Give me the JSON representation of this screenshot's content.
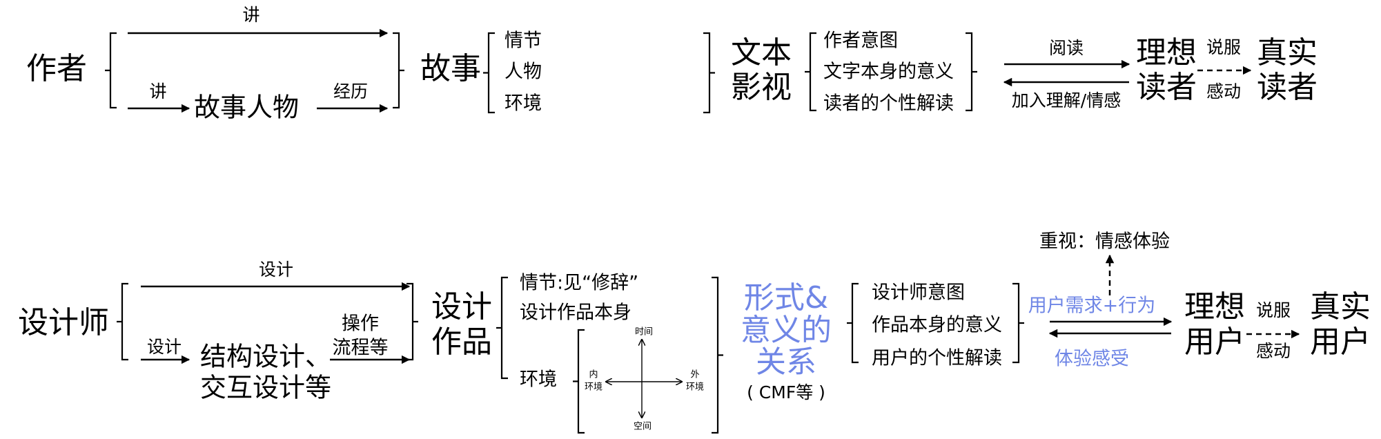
{
  "story_model": {
    "author": "作者",
    "tell_top": "讲",
    "tell_bottom": "讲",
    "characters": "故事人物",
    "experience": "经历",
    "story": "故事",
    "story_elements": [
      "情节",
      "人物",
      "环境"
    ],
    "text_line1": "文本",
    "text_line2": "影视",
    "meanings": [
      "作者意图",
      "文字本身的意义",
      "读者的个性解读"
    ],
    "read": "阅读",
    "add_understanding": "加入理解/情感",
    "ideal_reader_line1": "理想",
    "ideal_reader_line2": "读者",
    "persuade": "说服",
    "move": "感动",
    "real_reader_line1": "真实",
    "real_reader_line2": "读者"
  },
  "design_model": {
    "designer": "设计师",
    "design_top": "设计",
    "design_bottom": "设计",
    "structure_line1": "结构设计、",
    "structure_line2": "交互设计等",
    "operation_line1": "操作",
    "operation_line2": "流程等",
    "work_line1": "设计",
    "work_line2": "作品",
    "work_elements": [
      "情节:见“修辞”",
      "设计作品本身",
      "环境"
    ],
    "environment_axes": {
      "top": "时间",
      "bottom": "空间",
      "left_line1": "内",
      "left_line2": "环境",
      "right_line1": "外",
      "right_line2": "环境"
    },
    "relation_lines": [
      "形式&",
      "意义的",
      "关系"
    ],
    "relation_note": "( CMF等 )",
    "meanings": [
      "设计师意图",
      "作品本身的意义",
      "用户的个性解读"
    ],
    "emphasis": "重视：情感体验",
    "user_needs": "用户需求+行为",
    "experience_feel": "体验感受",
    "ideal_user_line1": "理想",
    "ideal_user_line2": "用户",
    "persuade": "说服",
    "move": "感动",
    "real_user_line1": "真实",
    "real_user_line2": "用户"
  },
  "colors": {
    "accent_blue": "#6f86e6",
    "ink": "#000000"
  }
}
